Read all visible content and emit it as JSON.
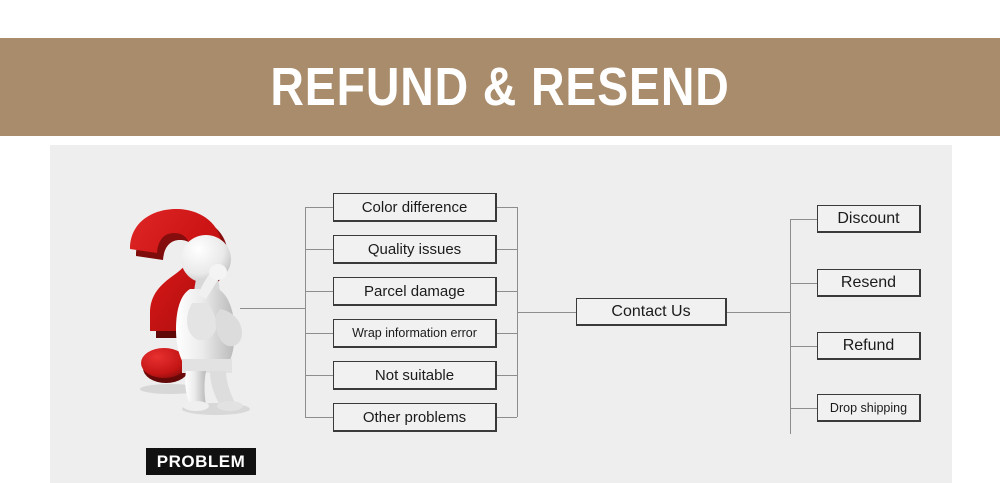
{
  "banner": {
    "title": "REFUND & RESEND",
    "background_color": "#a98c6b",
    "text_color": "#ffffff"
  },
  "panel": {
    "background_color": "#efeeee"
  },
  "diagram": {
    "source": {
      "label": "PROBLEM",
      "icon": "question-mark-thinking-person",
      "accent_color": "#cc1a1a",
      "label_background": "#111111",
      "label_text_color": "#ffffff"
    },
    "problem_boxes": [
      {
        "label": "Color difference"
      },
      {
        "label": "Quality issues"
      },
      {
        "label": "Parcel damage"
      },
      {
        "label": "Wrap information error"
      },
      {
        "label": "Not suitable"
      },
      {
        "label": "Other problems"
      }
    ],
    "hub": {
      "label": "Contact Us"
    },
    "solution_boxes": [
      {
        "label": "Discount"
      },
      {
        "label": "Resend"
      },
      {
        "label": "Refund"
      },
      {
        "label": "Drop shipping"
      }
    ],
    "box_border_color": "#3a3a3a",
    "box_fill_color": "#f2f1f1",
    "connector_color": "#8d8d8d"
  }
}
